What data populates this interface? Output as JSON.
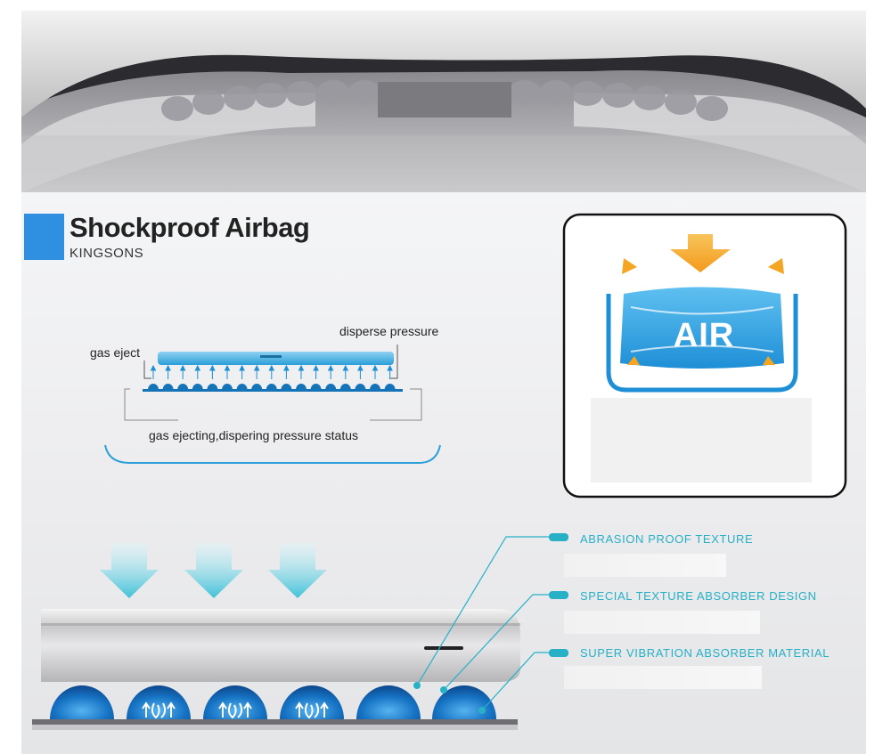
{
  "heading": {
    "title": "Shockproof Airbag",
    "brand": "KINGSONS"
  },
  "diagram": {
    "gas_eject": "gas eject",
    "disperse_pressure": "disperse pressure",
    "status": "gas ejecting,dispering pressure status"
  },
  "air_badge": {
    "label": "AIR"
  },
  "features": [
    {
      "label": "ABRASION PROOF TEXTURE"
    },
    {
      "label": "SPECIAL TEXTURE ABSORBER DESIGN"
    },
    {
      "label": "SUPER VIBRATION ABSORBER MATERIAL"
    }
  ],
  "colors": {
    "accent_blue": "#2f8fe0",
    "feature_teal": "#27b0c6",
    "airbag_blue": "#1e8fd6",
    "arrow_orange": "#f4a521"
  }
}
